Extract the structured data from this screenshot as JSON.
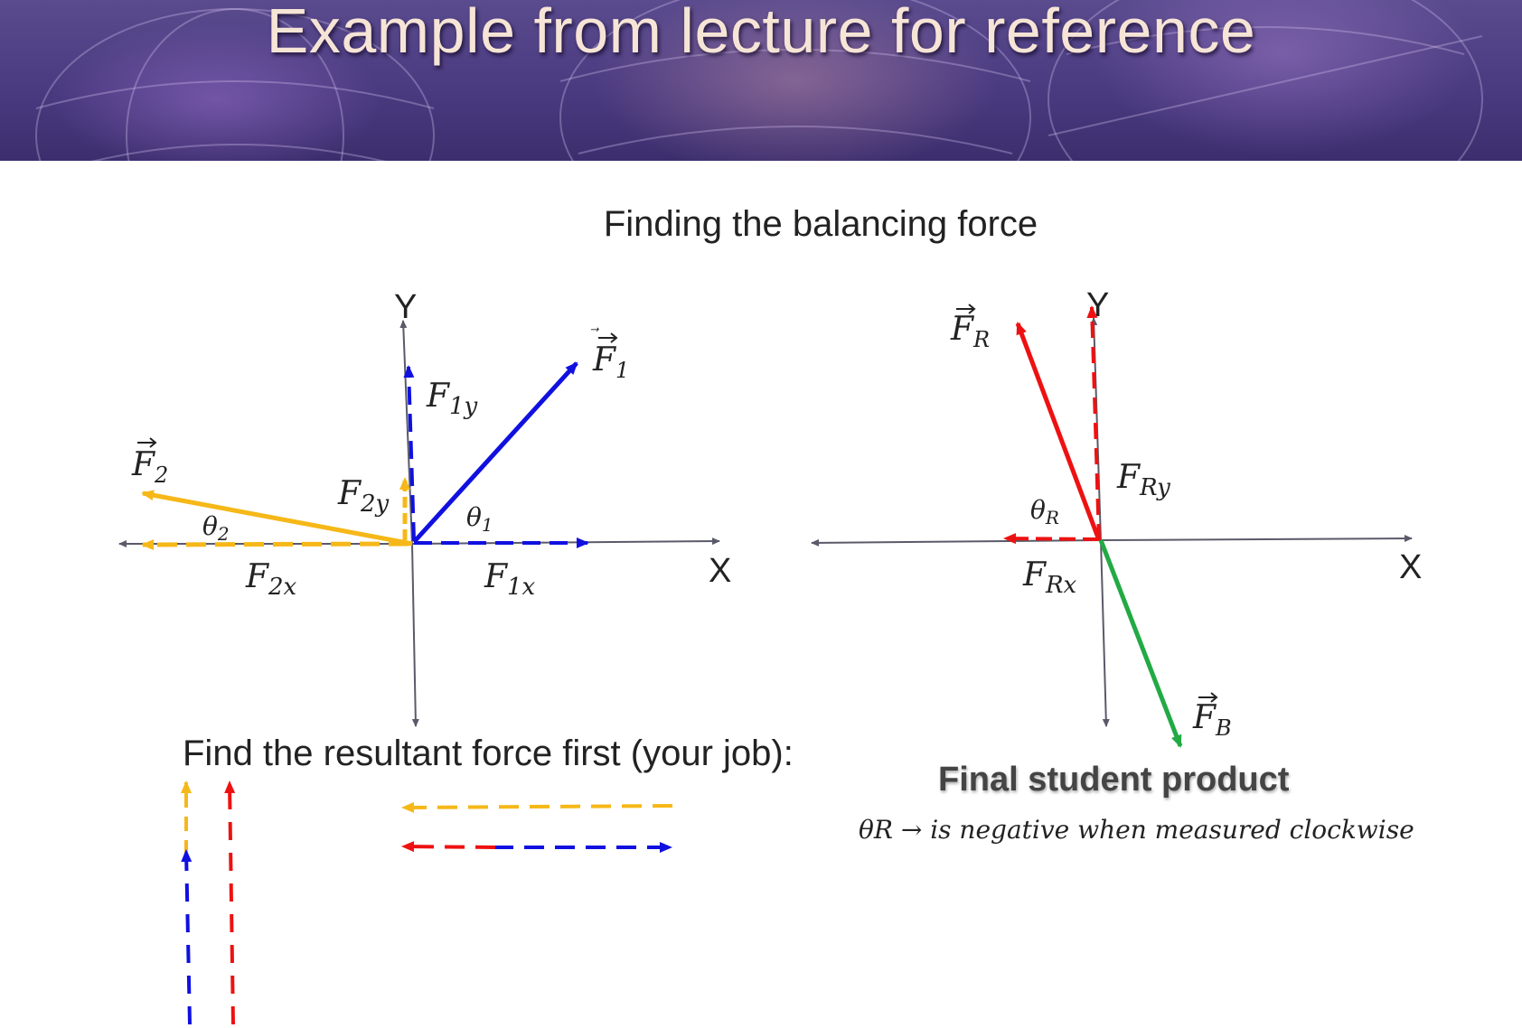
{
  "title": "Example from lecture for reference",
  "subtitle": "Finding the balancing force",
  "task_text": "Find the resultant force first (your job):",
  "final_label": "Final student product",
  "note": "θR → is negative when measured clockwise",
  "colors": {
    "F1": "#1010e0",
    "F2": "#f6b818",
    "FR": "#ee1111",
    "FB": "#22aa44",
    "axis": "#5a5a6a",
    "banner": "#4a3a80"
  },
  "left_diagram": {
    "axis_y": "Y",
    "axis_x": "X",
    "F1": {
      "main": "F",
      "sub": "1"
    },
    "F2": {
      "main": "F",
      "sub": "2"
    },
    "F1y": {
      "main": "F",
      "sub": "1y"
    },
    "F2y": {
      "main": "F",
      "sub": "2y"
    },
    "F1x": {
      "main": "F",
      "sub": "1x"
    },
    "F2x": {
      "main": "F",
      "sub": "2x"
    },
    "theta1": {
      "main": "θ",
      "sub": "1"
    },
    "theta2": {
      "main": "θ",
      "sub": "2"
    }
  },
  "right_diagram": {
    "axis_y": "Y",
    "axis_x": "X",
    "FR": {
      "main": "F",
      "sub": "R"
    },
    "FB": {
      "main": "F",
      "sub": "B"
    },
    "FRy": {
      "main": "F",
      "sub": "Ry"
    },
    "FRx": {
      "main": "F",
      "sub": "Rx"
    },
    "thetaR": {
      "main": "θ",
      "sub": "R"
    }
  }
}
